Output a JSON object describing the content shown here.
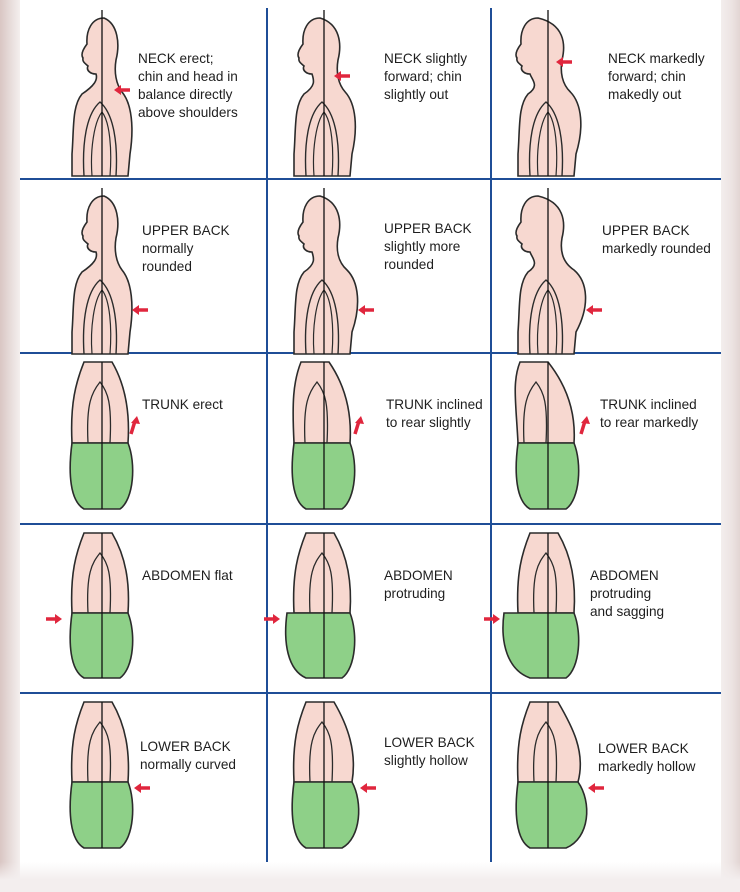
{
  "colors": {
    "grid": "#1f4e97",
    "skin": "#f7d8d0",
    "outline": "#2b2b2b",
    "pelvis": "#8ed088",
    "arrow": "#e0263d"
  },
  "rows": [
    {
      "kind": "neck",
      "cells": [
        {
          "label": "NECK erect;\nchin and head in\nbalance directly\nabove shoulders",
          "severity": 0
        },
        {
          "label": "NECK slightly\nforward; chin\nslightly out",
          "severity": 1
        },
        {
          "label": "NECK markedly\nforward; chin\nmakedly out",
          "severity": 2
        }
      ]
    },
    {
      "kind": "upper-back",
      "cells": [
        {
          "label": "UPPER BACK\nnormally\nrounded",
          "severity": 0
        },
        {
          "label": "UPPER BACK\nslightly more\nrounded",
          "severity": 1
        },
        {
          "label": "UPPER BACK\nmarkedly rounded",
          "severity": 2
        }
      ]
    },
    {
      "kind": "trunk",
      "cells": [
        {
          "label": "TRUNK erect",
          "severity": 0
        },
        {
          "label": "TRUNK inclined\nto rear slightly",
          "severity": 1
        },
        {
          "label": "TRUNK inclined\nto rear markedly",
          "severity": 2
        }
      ]
    },
    {
      "kind": "abdomen",
      "cells": [
        {
          "label": "ABDOMEN flat",
          "severity": 0
        },
        {
          "label": "ABDOMEN\nprotruding",
          "severity": 1
        },
        {
          "label": "ABDOMEN protruding\nand sagging",
          "severity": 2
        }
      ]
    },
    {
      "kind": "lower-back",
      "cells": [
        {
          "label": "LOWER BACK\nnormally curved",
          "severity": 0
        },
        {
          "label": "LOWER BACK\nslightly hollow",
          "severity": 1
        },
        {
          "label": "LOWER BACK\nmarkedly hollow",
          "severity": 2
        }
      ]
    }
  ]
}
